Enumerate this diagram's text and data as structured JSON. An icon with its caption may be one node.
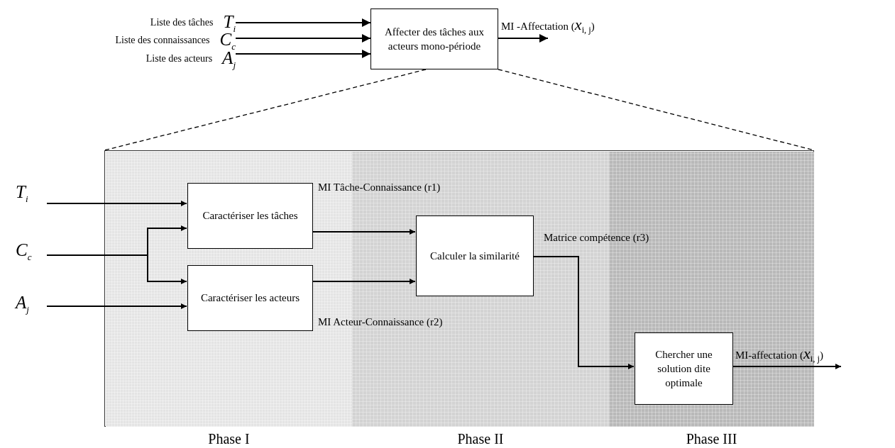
{
  "diagram": {
    "nodes": [
      {
        "text": [
          "Liste des tâches",
          "T$_{i}$"
        ]
      },
      {
        "text": [
          "Liste des connaissances",
          "C$_{c}$"
        ]
      },
      {
        "text": [
          "Liste des acteurs",
          "A$_{j}$"
        ]
      },
      {
        "text": [
          "Affecter des tâches aux acteurs mono-période"
        ]
      },
      {
        "text": [],
        "shape": "box"
      },
      {
        "text": [
          "Phase I"
        ],
        "in": 4
      },
      {
        "text": [
          "Phase II"
        ],
        "in": 4
      },
      {
        "text": [
          "Phase III"
        ],
        "in": 4
      },
      {
        "text": [
          "T$_{i}$"
        ]
      },
      {
        "text": [
          "C$_{c}$"
        ]
      },
      {
        "text": [
          "A$_{j}$"
        ]
      },
      {
        "text": [
          "Caractériser les tâches"
        ],
        "in": 5
      },
      {
        "text": [
          "Caractériser les acteurs"
        ],
        "in": 5
      },
      {
        "text": [
          "Calculer la similarité"
        ],
        "in": 6
      },
      {
        "text": [
          "Chercher une solution dite optimale"
        ],
        "in": 7
      }
    ],
    "edges": [
      {
        "from": 0,
        "to": 3,
        "arrow": "to"
      },
      {
        "from": 1,
        "to": 3,
        "arrow": "to"
      },
      {
        "from": 2,
        "to": 3,
        "arrow": "to"
      },
      {
        "from": 3,
        "to": null,
        "arrow": "to",
        "label": "MI -Affectation (*x*$_{i, j}$)"
      },
      {
        "from": 3,
        "to": 4,
        "arrow": "none",
        "style": "dashed"
      },
      {
        "from": 3,
        "to": 4,
        "arrow": "none",
        "style": "dashed"
      },
      {
        "from": 8,
        "to": 11,
        "arrow": "to"
      },
      {
        "from": 9,
        "to": 11,
        "arrow": "to"
      },
      {
        "from": 9,
        "to": 12,
        "arrow": "to"
      },
      {
        "from": 10,
        "to": 12,
        "arrow": "to"
      },
      {
        "from": 11,
        "to": 13,
        "arrow": "to",
        "label": "MI Tâche-Connaissance (r1)"
      },
      {
        "from": 12,
        "to": 13,
        "arrow": "to",
        "label": "MI Acteur-Connaissance (r2)"
      },
      {
        "from": 13,
        "to": 14,
        "arrow": "to",
        "label": "Matrice compétence (r3)"
      },
      {
        "from": 14,
        "to": null,
        "arrow": "to",
        "label": "MI-affectation (*x*$_{i, j}$)"
      }
    ]
  }
}
